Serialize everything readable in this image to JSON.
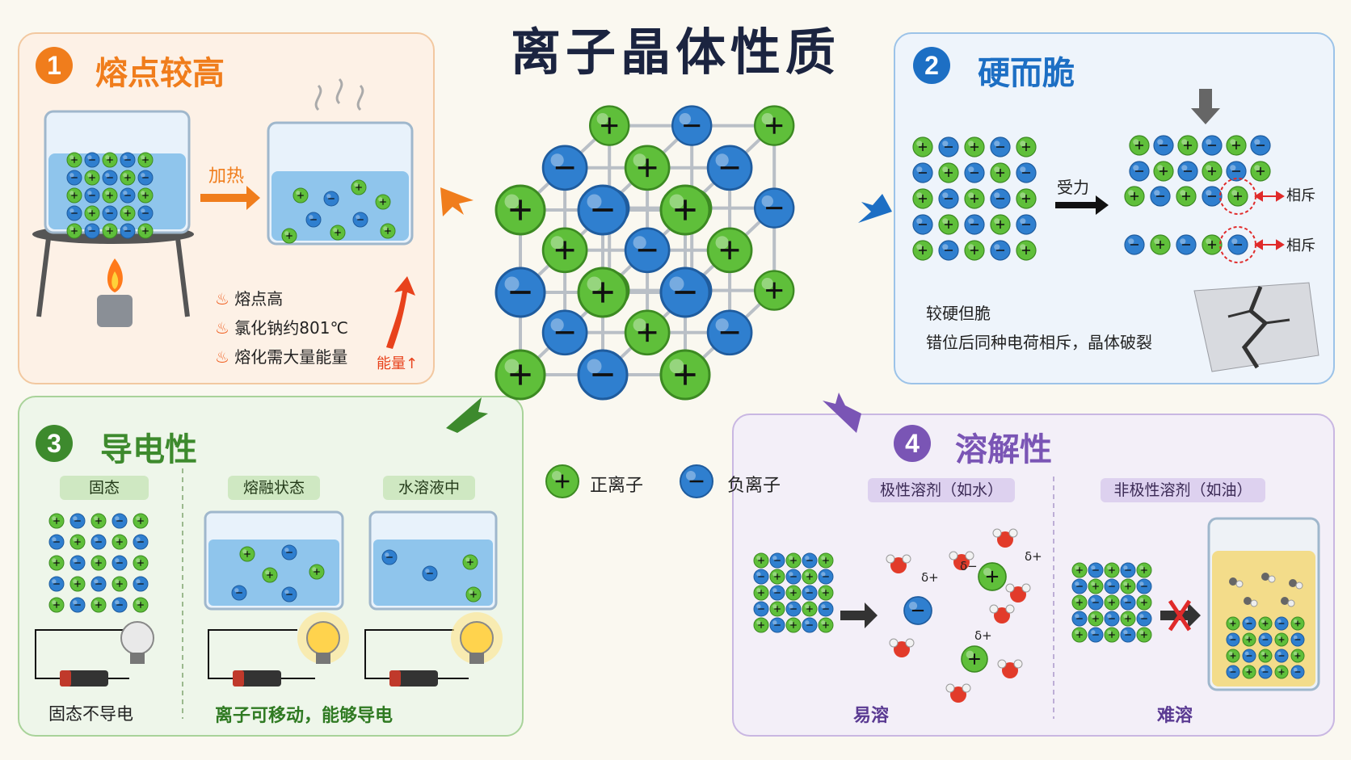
{
  "title": "离子晶体性质",
  "legend": {
    "positive": "正离子",
    "negative": "负离子"
  },
  "p1": {
    "num": "1",
    "heading": "熔点较高",
    "heat_label": "加热",
    "bullets": [
      "熔点高",
      "氯化钠约801℃",
      "熔化需大量能量"
    ],
    "energy_label": "能量↑"
  },
  "p2": {
    "num": "2",
    "heading": "硬而脆",
    "force_label": "受力",
    "repel1": "相斥",
    "repel2": "相斥",
    "desc1": "较硬但脆",
    "desc2": "错位后同种电荷相斥，晶体破裂"
  },
  "p3": {
    "num": "3",
    "heading": "导电性",
    "tabs": [
      "固态",
      "熔融状态",
      "水溶液中"
    ],
    "no_conduct": "固态不导电",
    "conduct": "离子可移动，能够导电"
  },
  "p4": {
    "num": "4",
    "heading": "溶解性",
    "polar": "极性溶剂（如水）",
    "nonpolar": "非极性溶剂（如油）",
    "easy": "易溶",
    "hard": "难溶",
    "delta_minus": "δ−",
    "delta_plus": "δ+"
  },
  "colors": {
    "orange": "#f07d1c",
    "blue": "#1d6fc4",
    "green": "#3d8a2d",
    "purple": "#7a55b5",
    "cation": "#5fbf3a",
    "anion": "#2f7fcf"
  },
  "icons": [
    "flame-icon",
    "arrow-icon",
    "bulb-icon",
    "battery-icon",
    "crack-icon",
    "cross-icon"
  ]
}
